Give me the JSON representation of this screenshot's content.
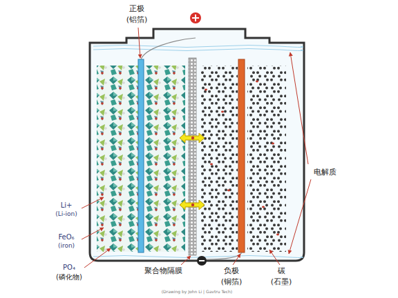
{
  "diagram": {
    "labels": [
      "正极",
      "(铝箔)",
      "Li+",
      "(Li-ion)",
      "FeO₆",
      "(iron)",
      "PO₄",
      "(磷化物)",
      "聚合物隔膜",
      "负极",
      "(铜箔)",
      "碳",
      "(石墨)",
      "电解质",
      "(Drawing by John Li | Gavtru Tech)"
    ]
  }
}
